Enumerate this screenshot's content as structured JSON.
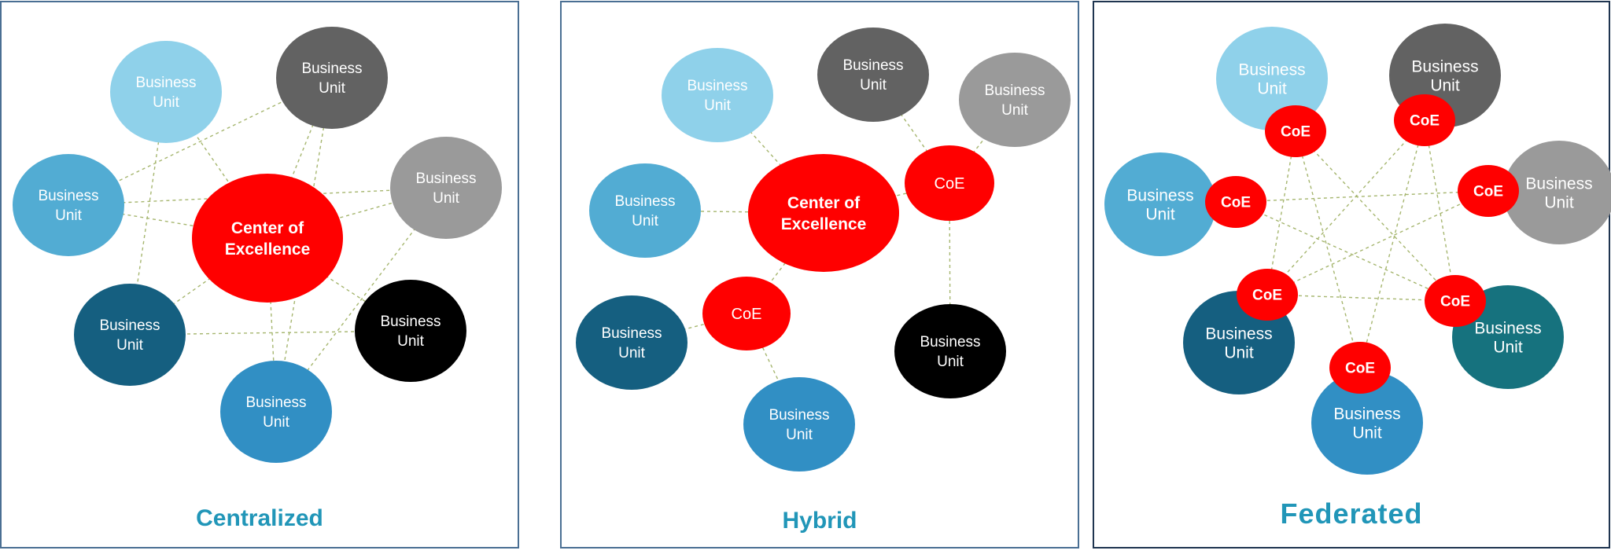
{
  "colors": {
    "light_blue": "#8fd1ea",
    "blue": "#52acd3",
    "mid_blue": "#318fc4",
    "dark_blue": "#155f80",
    "teal": "#16727e",
    "dark_gray": "#626262",
    "light_gray": "#9a9a9a",
    "black": "#000000",
    "red": "#ff0000",
    "connector": "#a6b66f",
    "title": "#2196b8"
  },
  "unit_label": "Business Unit",
  "panels": [
    {
      "title": "Centralized",
      "center_label": "Center of Excellence",
      "units": [
        "light_blue",
        "dark_gray",
        "light_gray",
        "black",
        "mid_blue",
        "dark_blue",
        "blue"
      ]
    },
    {
      "title": "Hybrid",
      "center_label": "Center of Excellence",
      "coe_label": "CoE",
      "units": [
        "light_blue",
        "dark_gray",
        "light_gray",
        "blue",
        "dark_blue",
        "mid_blue",
        "black"
      ]
    },
    {
      "title": "Federated",
      "coe_label": "CoE",
      "units": [
        "light_blue",
        "dark_gray",
        "blue",
        "light_gray",
        "dark_blue",
        "teal",
        "mid_blue"
      ]
    }
  ]
}
